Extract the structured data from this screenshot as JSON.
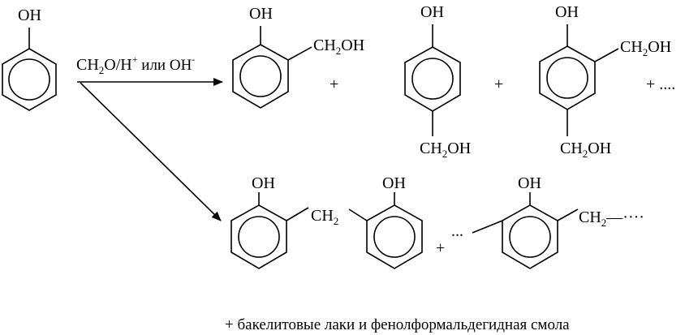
{
  "reactant": {
    "oh": "OH"
  },
  "conditions": {
    "prefix": "CH",
    "sub": "2",
    "middle": "O/H",
    "sup_plus": "+",
    "text": " или OH",
    "sup_minus": "-"
  },
  "products_row1": {
    "ortho": {
      "oh": "OH",
      "ch2oh_a": "CH",
      "ch2oh_sub": "2",
      "ch2oh_b": "OH"
    },
    "plus1": "+",
    "para": {
      "oh": "OH",
      "ch2oh_a": "CH",
      "ch2oh_sub": "2",
      "ch2oh_b": "OH"
    },
    "plus2": "+",
    "di": {
      "oh": "OH",
      "top_a": "CH",
      "top_sub": "2",
      "top_b": "OH",
      "bot_a": "CH",
      "bot_sub": "2",
      "bot_b": "OH"
    },
    "more": "+ ...."
  },
  "products_row2": {
    "dimer": {
      "oh_left": "OH",
      "ch2_a": "CH",
      "ch2_sub": "2",
      "oh_right": "OH"
    },
    "plus": "+",
    "poly": {
      "dots_left": "...",
      "oh": "OH",
      "ch2_a": "CH",
      "ch2_sub": "2",
      "tail": "—····"
    }
  },
  "footer": "+ бакелитовые лаки и фенолформальдегидная смола"
}
